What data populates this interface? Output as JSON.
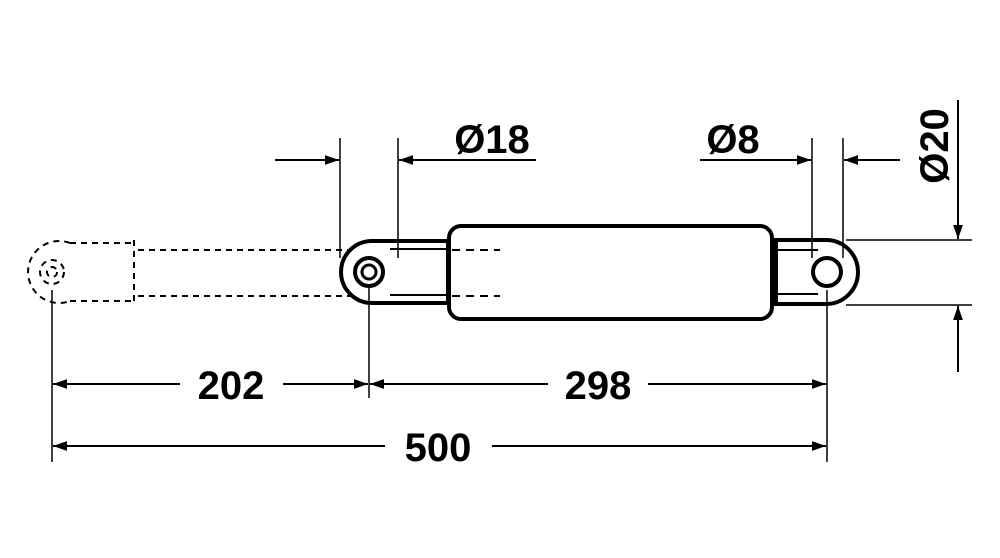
{
  "colors": {
    "line": "#000000",
    "background": "#ffffff"
  },
  "dimensions": {
    "stroke_length": "202",
    "body_length": "298",
    "total_length": "500",
    "eye_diameter": "Ø18",
    "pin_diameter": "Ø8",
    "body_diameter": "Ø20"
  }
}
